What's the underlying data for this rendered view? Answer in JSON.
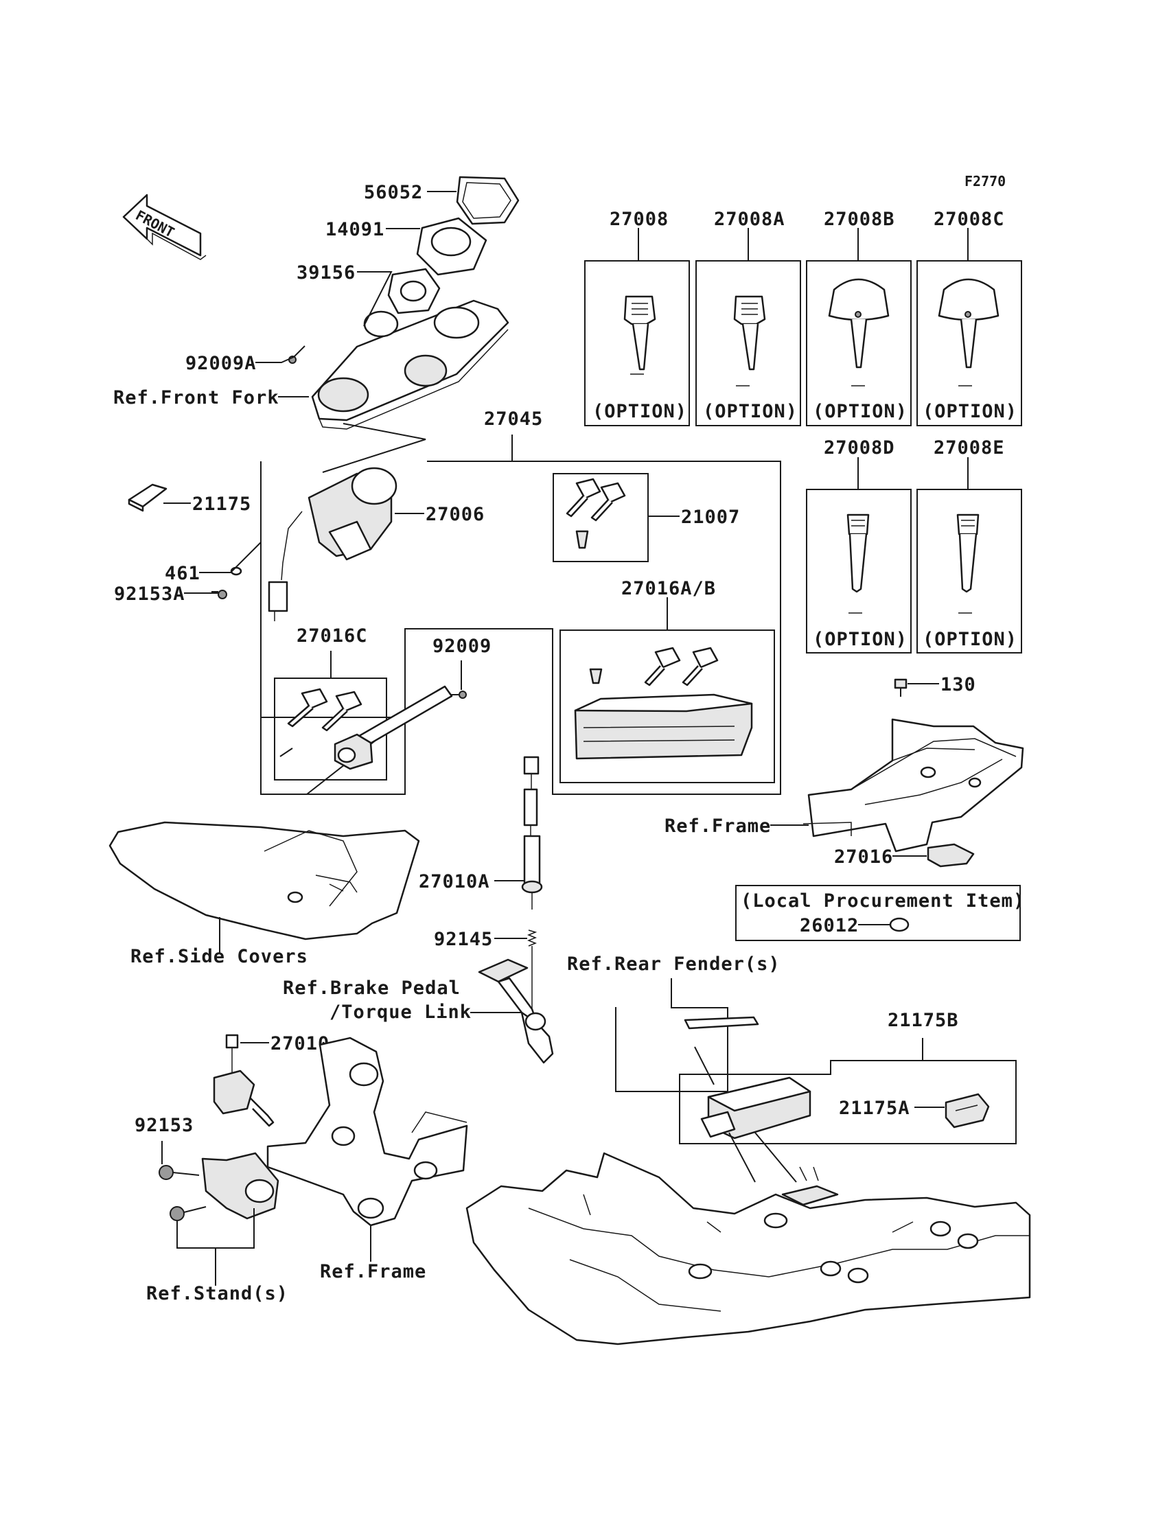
{
  "diagram_code": "F2770",
  "front_arrow_label": "FRONT",
  "part_numbers": {
    "p56052": "56052",
    "p14091": "14091",
    "p39156": "39156",
    "p92009A": "92009A",
    "p21175": "21175",
    "p461": "461",
    "p92153A": "92153A",
    "p27006": "27006",
    "p27045": "27045",
    "p21007": "21007",
    "p27016AB": "27016A/B",
    "p27016C": "27016C",
    "p92009": "92009",
    "p27010A": "27010A",
    "p92145": "92145",
    "p27010": "27010",
    "p92153": "92153",
    "p27008": "27008",
    "p27008A": "27008A",
    "p27008B": "27008B",
    "p27008C": "27008C",
    "p27008D": "27008D",
    "p27008E": "27008E",
    "p130": "130",
    "p27016": "27016",
    "p26012": "26012",
    "p21175B": "21175B",
    "p21175A": "21175A"
  },
  "references": {
    "front_fork": "Ref.Front Fork",
    "side_covers": "Ref.Side Covers",
    "brake_pedal_1": "Ref.Brake Pedal",
    "brake_pedal_2": "/Torque Link",
    "frame_right": "Ref.Frame",
    "frame_bottom": "Ref.Frame",
    "rear_fender": "Ref.Rear Fender(s)",
    "stand": "Ref.Stand(s)"
  },
  "option_label": "(OPTION)",
  "local_procurement": "(Local Procurement Item)"
}
